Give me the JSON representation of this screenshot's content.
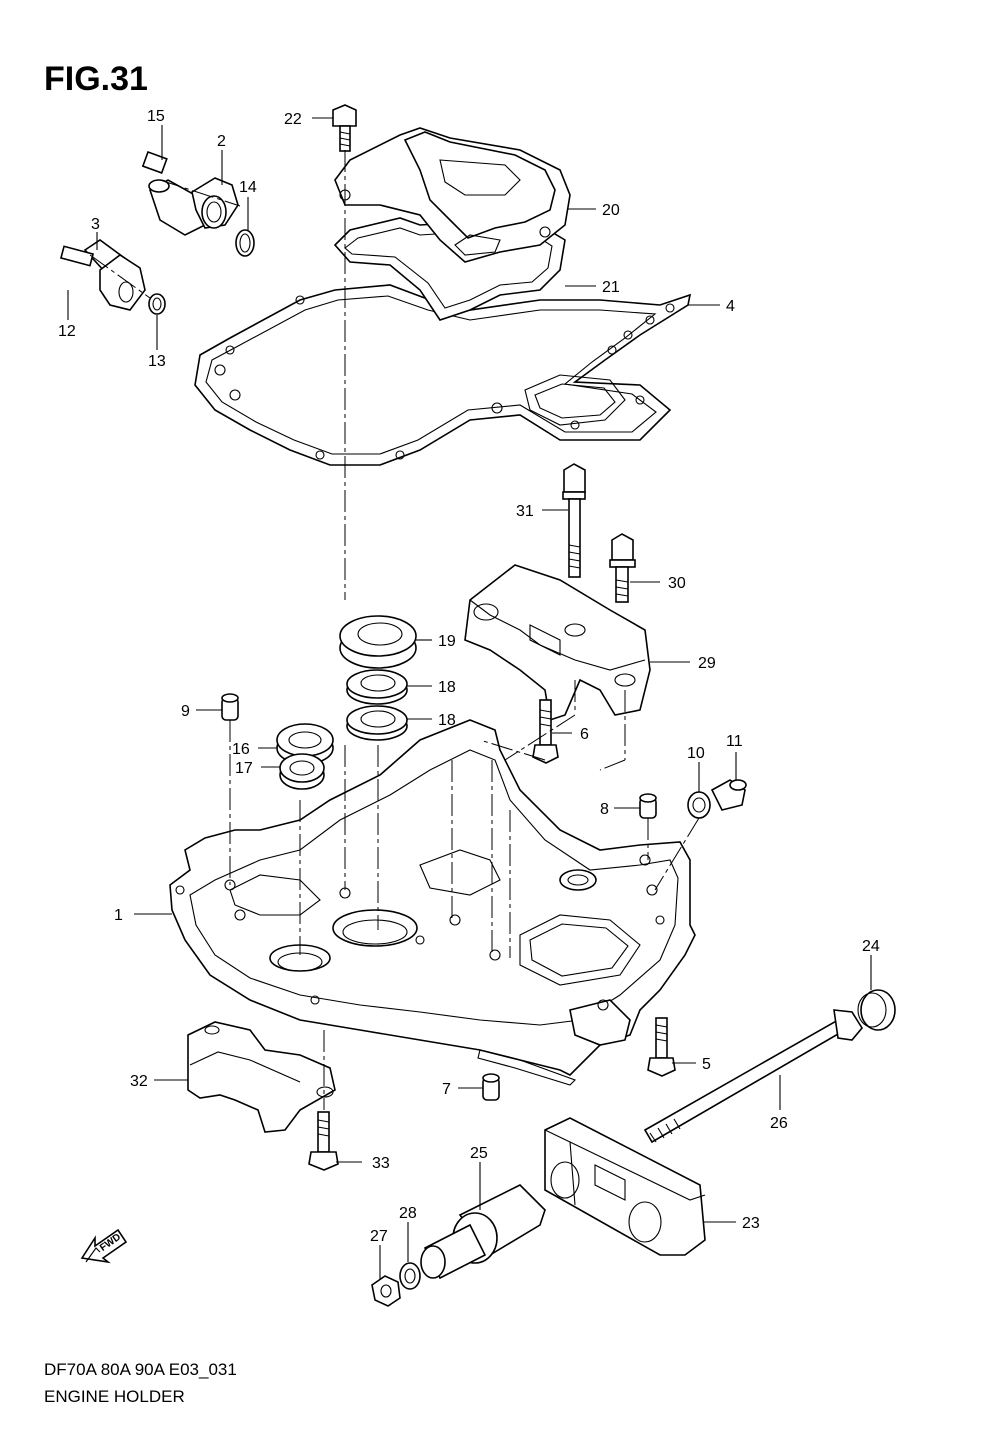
{
  "figure": {
    "title": "FIG.31",
    "model_code": "DF70A 80A 90A E03_031",
    "name": "ENGINE HOLDER"
  },
  "fwd_arrow": {
    "label": "FWD",
    "icon": "fwd-arrow-icon"
  },
  "callouts": [
    "1",
    "2",
    "3",
    "4",
    "5",
    "6",
    "7",
    "8",
    "9",
    "10",
    "11",
    "12",
    "13",
    "14",
    "15",
    "16",
    "17",
    "18",
    "18",
    "19",
    "20",
    "21",
    "22",
    "23",
    "24",
    "25",
    "26",
    "27",
    "28",
    "29",
    "30",
    "31",
    "32",
    "33"
  ]
}
